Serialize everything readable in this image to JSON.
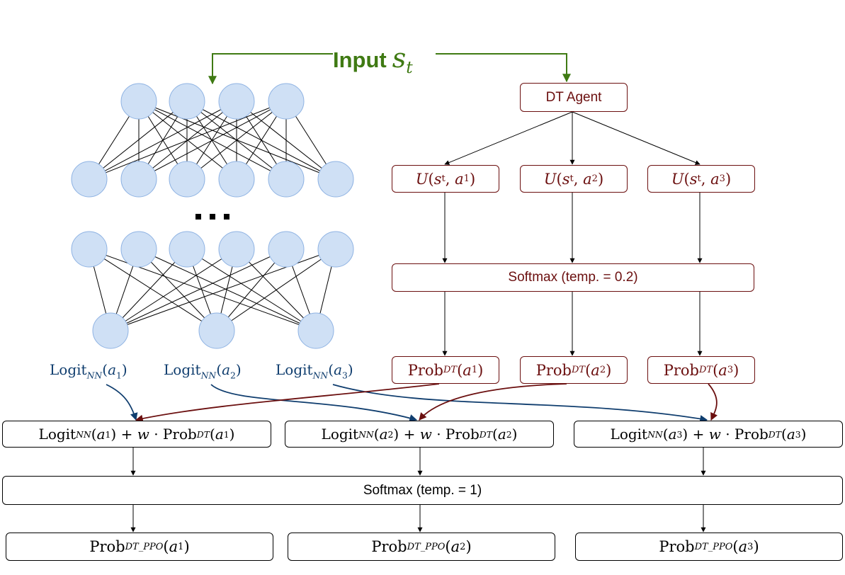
{
  "input": {
    "label": "Input",
    "var": "s",
    "var_sub": "t"
  },
  "colors": {
    "input_green": "#3f7a13",
    "dt_red": "#6b0f0f",
    "nn_blue": "#0f3d6e",
    "neuron_fill": "#cfe0f5",
    "neuron_stroke": "#8fb3e3"
  },
  "neural_net": {
    "layer_sizes": [
      4,
      6,
      6,
      3
    ],
    "ellipsis": "..."
  },
  "dt_agent": {
    "label": "DT Agent"
  },
  "utilities": [
    {
      "fn": "U",
      "s": "s",
      "s_sub": "t",
      "a": "a",
      "a_sub": "1"
    },
    {
      "fn": "U",
      "s": "s",
      "s_sub": "t",
      "a": "a",
      "a_sub": "2"
    },
    {
      "fn": "U",
      "s": "s",
      "s_sub": "t",
      "a": "a",
      "a_sub": "3"
    }
  ],
  "softmax_dt": {
    "label": "Softmax (temp. = 0.2)"
  },
  "prob_dt": [
    {
      "name": "Prob",
      "sub": "DT",
      "a": "a",
      "a_sub": "1"
    },
    {
      "name": "Prob",
      "sub": "DT",
      "a": "a",
      "a_sub": "2"
    },
    {
      "name": "Prob",
      "sub": "DT",
      "a": "a",
      "a_sub": "3"
    }
  ],
  "logits_nn": [
    {
      "name": "Logit",
      "sub": "NN",
      "a": "a",
      "a_sub": "1"
    },
    {
      "name": "Logit",
      "sub": "NN",
      "a": "a",
      "a_sub": "2"
    },
    {
      "name": "Logit",
      "sub": "NN",
      "a": "a",
      "a_sub": "3"
    }
  ],
  "combined": [
    {
      "logit": "Logit",
      "logit_sub": "NN",
      "a": "a",
      "a_sub": "1",
      "plus": "+",
      "w": "w",
      "dot": "·",
      "prob": "Prob",
      "prob_sub": "DT"
    },
    {
      "logit": "Logit",
      "logit_sub": "NN",
      "a": "a",
      "a_sub": "2",
      "plus": "+",
      "w": "w",
      "dot": "·",
      "prob": "Prob",
      "prob_sub": "DT"
    },
    {
      "logit": "Logit",
      "logit_sub": "NN",
      "a": "a",
      "a_sub": "3",
      "plus": "+",
      "w": "w",
      "dot": "·",
      "prob": "Prob",
      "prob_sub": "DT"
    }
  ],
  "softmax_final": {
    "label": "Softmax (temp. = 1)"
  },
  "prob_final": [
    {
      "name": "Prob",
      "sub": "DT_PPO",
      "a": "a",
      "a_sub": "1"
    },
    {
      "name": "Prob",
      "sub": "DT_PPO",
      "a": "a",
      "a_sub": "2"
    },
    {
      "name": "Prob",
      "sub": "DT_PPO",
      "a": "a",
      "a_sub": "3"
    }
  ]
}
